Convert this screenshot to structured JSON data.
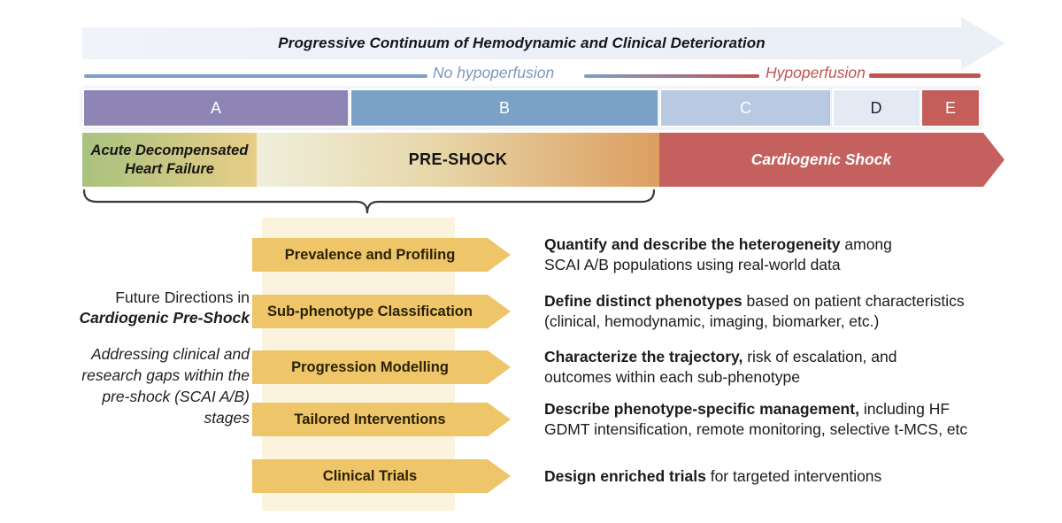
{
  "palette": {
    "stage_a_purple": "#8e85b4",
    "stage_b_blue": "#7ba1c6",
    "stage_c_lightblue": "#b9c9e1",
    "stage_d_pale": "#e4eaf4",
    "stage_e_red": "#c35e5b",
    "adhf_green": "#a9c27f",
    "adhf_tan": "#e8cd86",
    "preshock_cream": "#f0efdc",
    "preshock_orange": "#dc9e60",
    "shock_red": "#c4615e",
    "gold_arrow": "#eec569",
    "no_hypoperfusion_blue": "#7e97bf",
    "hypoperfusion_red": "#bf5450",
    "top_arrow_fill": "#ecf0f7",
    "band_cream": "#fbf3dd"
  },
  "top": {
    "title": "Progressive Continuum of Hemodynamic and Clinical Deterioration",
    "no_hypoperfusion": "No hypoperfusion",
    "hypoperfusion": "Hypoperfusion"
  },
  "scai": {
    "stages": [
      {
        "label": "A"
      },
      {
        "label": "B"
      },
      {
        "label": "C"
      },
      {
        "label": "D"
      },
      {
        "label": "E"
      }
    ]
  },
  "clinical": {
    "adhf": "Acute Decompensated\nHeart Failure",
    "preshock": "PRE-SHOCK",
    "shock": "Cardiogenic Shock"
  },
  "sidebar": {
    "title_line1": "Future Directions in",
    "title_line2": "Cardiogenic Pre-Shock",
    "subtitle": "Addressing clinical and\nresearch gaps within the\npre-shock (SCAI A/B)\nstages"
  },
  "rows": [
    {
      "label": "Prevalence and Profiling",
      "desc_bold": "Quantify and describe the heterogeneity",
      "desc_rest": " among\nSCAI A/B populations using real-world data"
    },
    {
      "label": "Sub-phenotype Classification",
      "desc_bold": "Define distinct phenotypes",
      "desc_rest": " based on patient characteristics\n(clinical, hemodynamic, imaging, biomarker, etc.)"
    },
    {
      "label": "Progression Modelling",
      "desc_bold": "Characterize the trajectory,",
      "desc_rest": " risk of escalation, and\noutcomes within each sub-phenotype"
    },
    {
      "label": "Tailored Interventions",
      "desc_bold": "Describe phenotype-specific management,",
      "desc_rest": " including HF\nGDMT intensification, remote monitoring, selective t-MCS, etc"
    },
    {
      "label": "Clinical Trials",
      "desc_bold": "Design enriched trials",
      "desc_rest": " for targeted interventions"
    }
  ]
}
